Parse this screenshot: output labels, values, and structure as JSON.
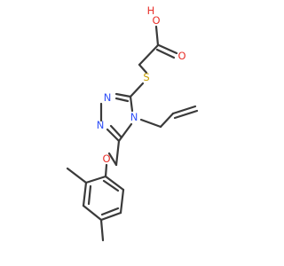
{
  "molecule": {
    "atoms": {
      "hydroxyl_oxygen": {
        "symbol": "O",
        "hydrogen": "H",
        "color": "#e8302a"
      },
      "carbonyl_oxygen": {
        "symbol": "O",
        "color": "#e8302a"
      },
      "thioether_sulfur": {
        "symbol": "S",
        "color": "#c8a000"
      },
      "ring_nitrogen_1": {
        "symbol": "N",
        "color": "#3050f8"
      },
      "ring_nitrogen_2": {
        "symbol": "N",
        "color": "#3050f8"
      },
      "ring_nitrogen_4": {
        "symbol": "N",
        "color": "#3050f8"
      },
      "ether_oxygen": {
        "symbol": "O",
        "color": "#e8302a"
      }
    }
  }
}
